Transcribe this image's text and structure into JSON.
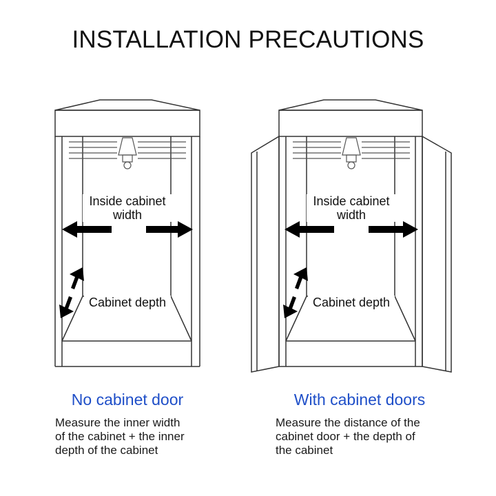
{
  "title": "INSTALLATION PRECAUTIONS",
  "panels": [
    {
      "id": "no-door",
      "width_label": "Inside cabinet\nwidth",
      "depth_label": "Cabinet depth",
      "caption": "No cabinet door",
      "description": "Measure the inner width\nof the cabinet + the inner\ndepth of the cabinet",
      "has_doors": false
    },
    {
      "id": "with-doors",
      "width_label": "Inside cabinet\nwidth",
      "depth_label": "Cabinet depth",
      "caption": "With cabinet doors",
      "description": "Measure the distance of the\ncabinet door + the depth of\nthe cabinet",
      "has_doors": true
    }
  ],
  "colors": {
    "caption": "#1f4fc8",
    "line": "#333333",
    "arrow": "#000000"
  },
  "icons": [
    "arrow-left-icon",
    "arrow-right-icon",
    "arrow-diagonal-icon",
    "light-fixture-icon"
  ]
}
